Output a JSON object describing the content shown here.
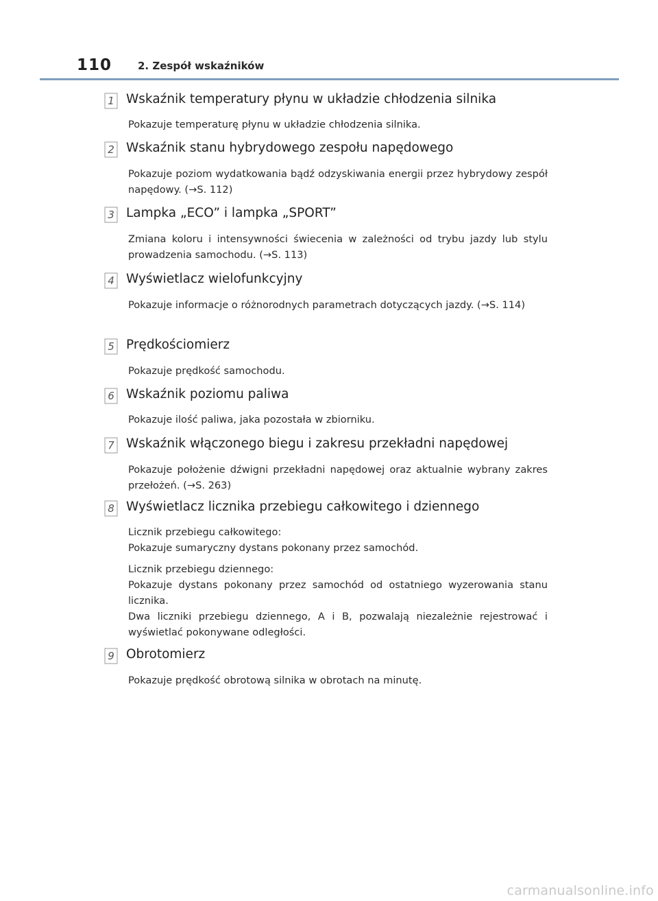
{
  "header": {
    "page_number": "110",
    "section_title": "2. Zespół wskaźników"
  },
  "items": [
    {
      "marker": "1",
      "title": "Wskaźnik temperatury płynu w układzie chłodzenia silnika",
      "lines": [
        "Pokazuje temperaturę płynu w układzie chłodzenia silnika."
      ]
    },
    {
      "marker": "2",
      "title": "Wskaźnik stanu hybrydowego zespołu napędowego",
      "lines": [
        "Pokazuje poziom wydatkowania bądź odzyskiwania energii przez hybrydowy zespół napędowy. (→S. 112)"
      ]
    },
    {
      "marker": "3",
      "title": "Lampka „ECO” i lampka „SPORT”",
      "lines": [
        "Zmiana koloru i intensywności świecenia w zależności od trybu jazdy lub stylu prowadzenia samochodu. (→S. 113)"
      ]
    },
    {
      "marker": "4",
      "title": "Wyświetlacz wielofunkcyjny",
      "lines": [
        "Pokazuje informacje o różnorodnych parametrach dotyczących jazdy. (→S. 114)"
      ]
    },
    {
      "marker": "5",
      "title": "Prędkościomierz",
      "lines": [
        "Pokazuje prędkość samochodu."
      ]
    },
    {
      "marker": "6",
      "title": "Wskaźnik poziomu paliwa",
      "lines": [
        "Pokazuje ilość paliwa, jaka pozostała w zbiorniku."
      ]
    },
    {
      "marker": "7",
      "title": "Wskaźnik włączonego biegu i zakresu przekładni napędowej",
      "lines": [
        "Pokazuje położenie dźwigni przekładni napędowej oraz aktualnie wybrany zakres przełożeń. (→S. 263)"
      ]
    },
    {
      "marker": "8",
      "title": "Wyświetlacz licznika przebiegu całkowitego i dziennego",
      "lines": [
        "Licznik przebiegu całkowitego:",
        "Pokazuje sumaryczny dystans pokonany przez samochód.",
        "Licznik przebiegu dziennego:",
        "Pokazuje dystans pokonany przez samochód od ostatniego wyzerowania stanu licznika.",
        "Dwa liczniki przebiegu dziennego, A i B, pozwalają niezależnie rejestrować i wyświetlać pokonywane odległości."
      ]
    },
    {
      "marker": "9",
      "title": "Obrotomierz",
      "lines": [
        "Pokazuje prędkość obrotową silnika w obrotach na minutę."
      ]
    }
  ],
  "watermark": "carmanualsonline.info",
  "colors": {
    "header_rule": "#7f9fbf",
    "text": "#222222",
    "watermark": "#c9c9c9"
  }
}
